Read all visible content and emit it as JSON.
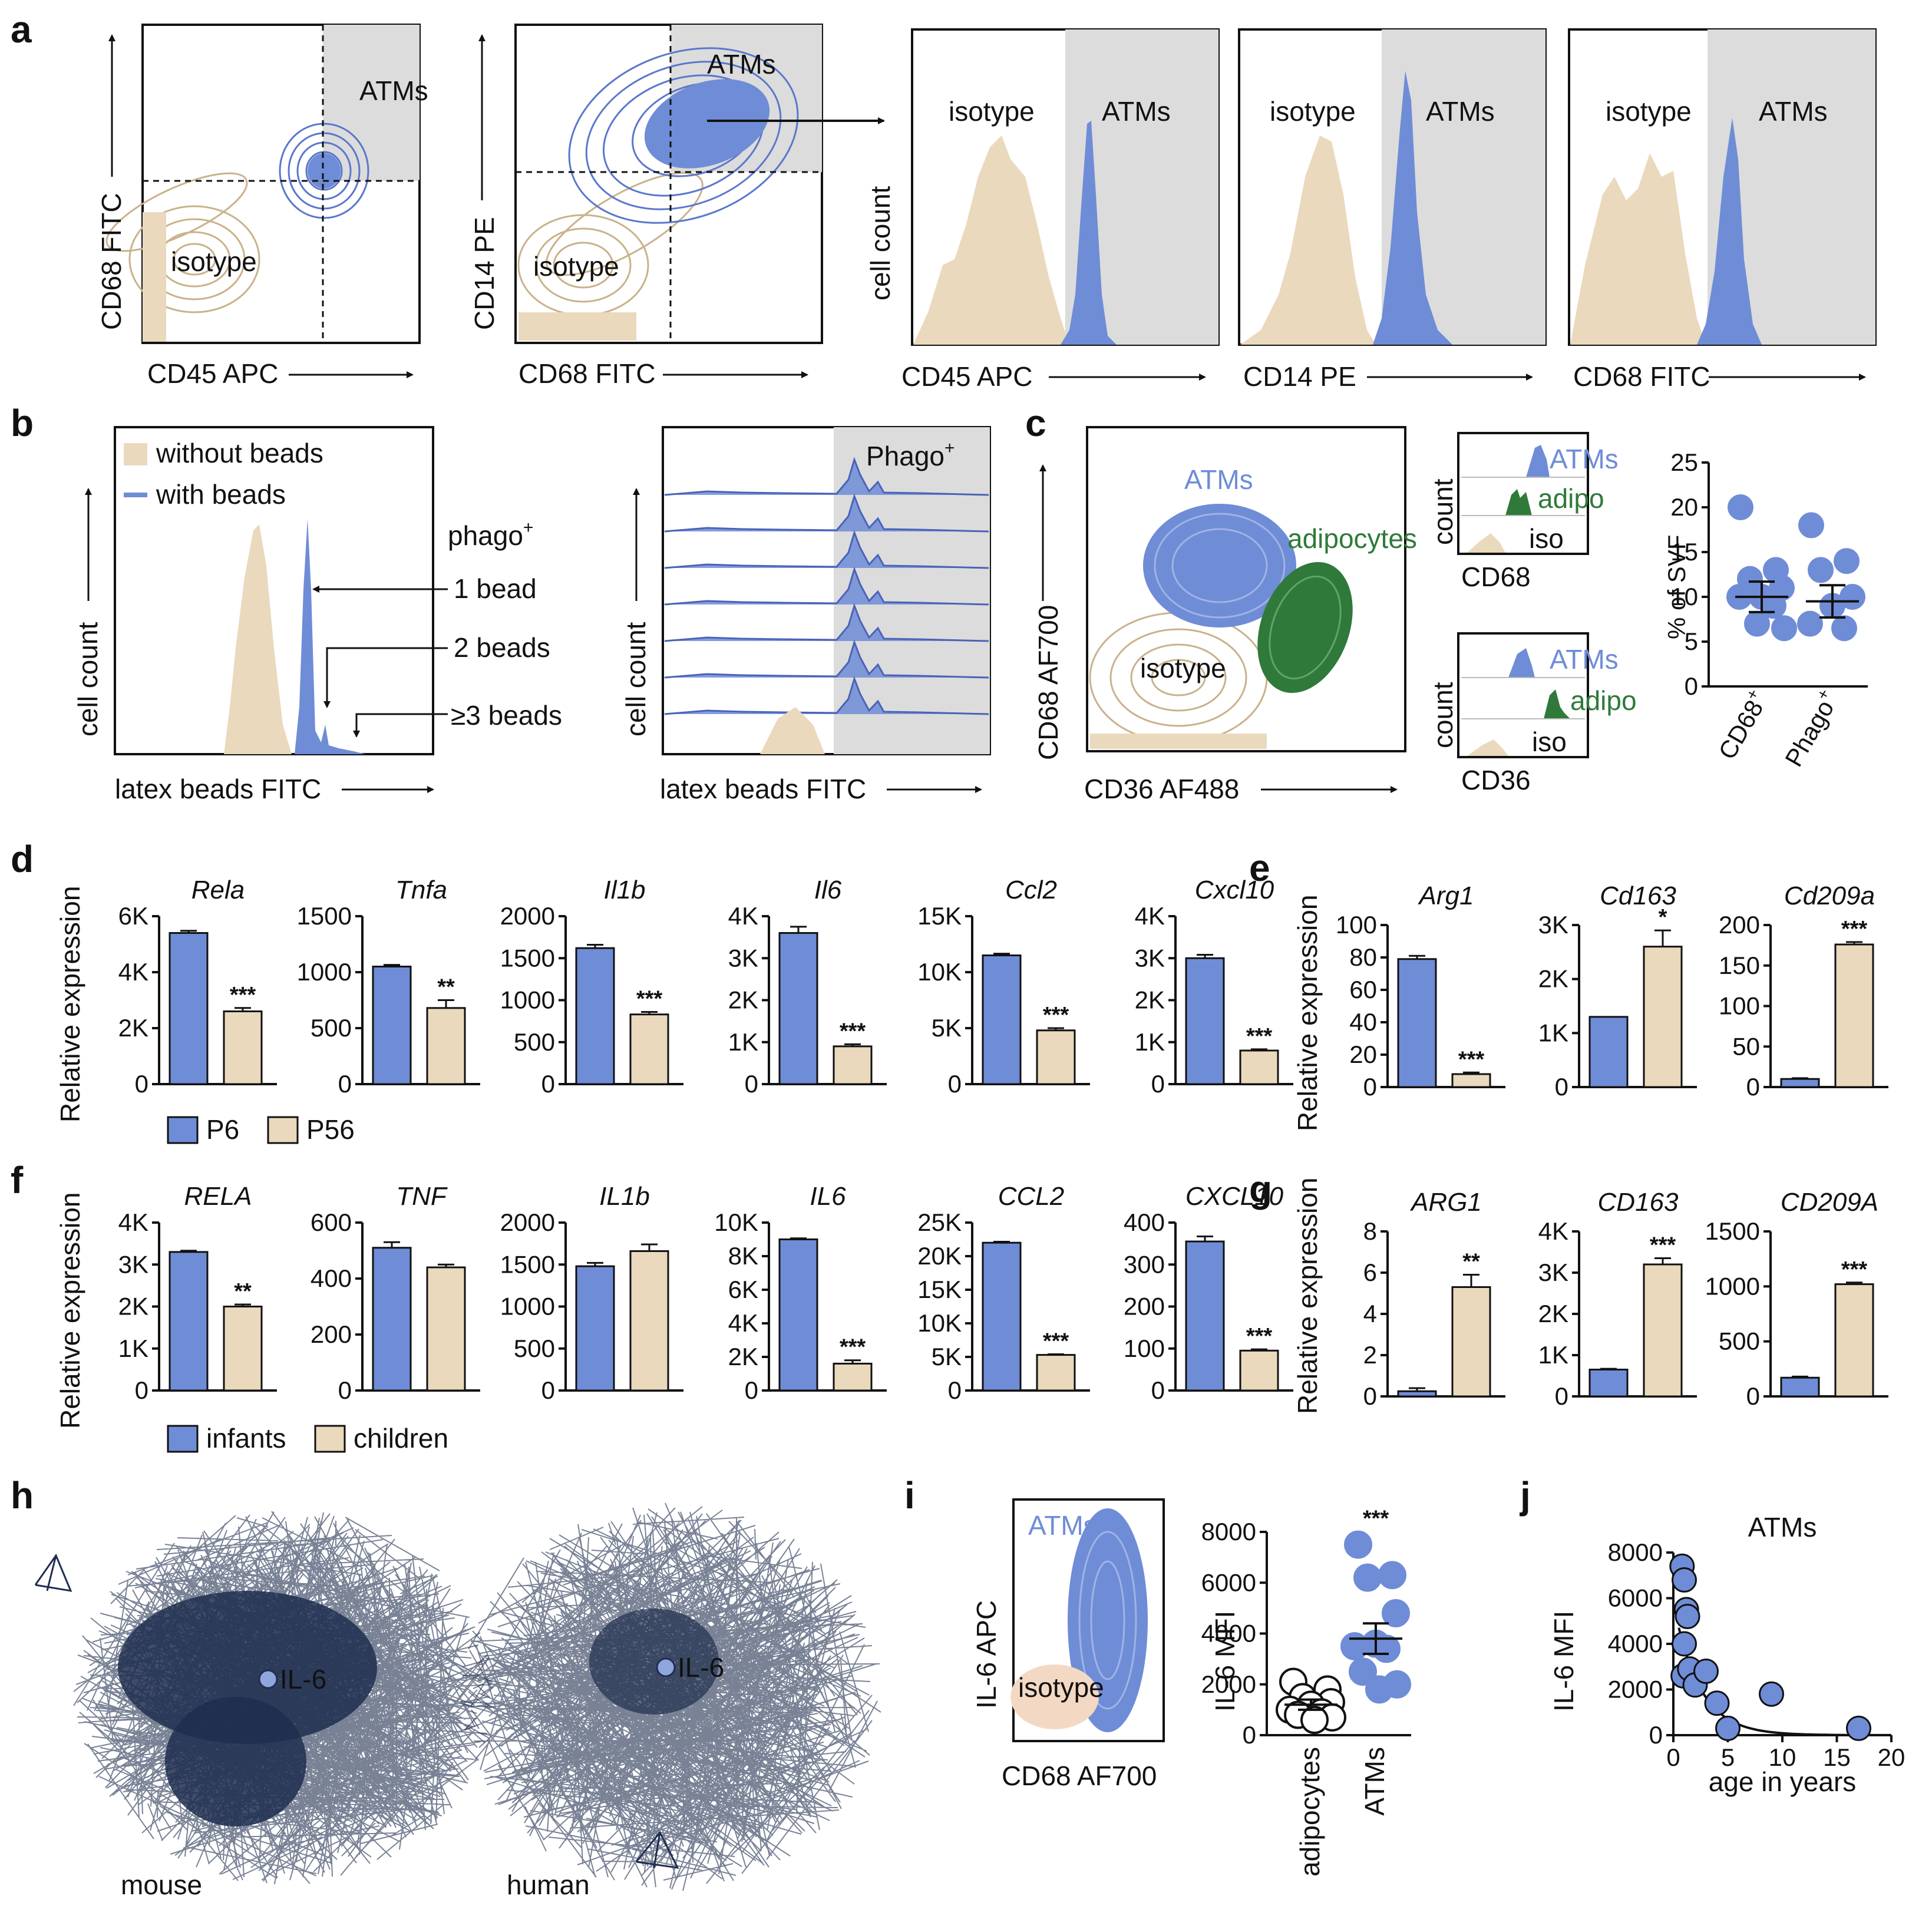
{
  "colors": {
    "blue": "#6f8cd6",
    "blue_dark": "#4a63b8",
    "tan": "#ead9bd",
    "tan_dark": "#c9b28a",
    "green": "#2f7a3a",
    "gray_gate": "#dcdcdc",
    "network": "#1f2e4f"
  },
  "panel_letters": [
    "a",
    "b",
    "c",
    "d",
    "e",
    "f",
    "g",
    "h",
    "i",
    "j"
  ],
  "panel_a": {
    "contours": [
      {
        "x_label": "CD45 APC",
        "y_label": "CD68 FITC",
        "gate": "ATMs",
        "isotype": "isotype"
      },
      {
        "x_label": "CD68 FITC",
        "y_label": "CD14 PE",
        "gate": "ATMs",
        "isotype": "isotype"
      }
    ],
    "histograms": [
      {
        "x_label": "CD45 APC",
        "y_label": "cell count",
        "left": "isotype",
        "right": "ATMs"
      },
      {
        "x_label": "CD14 PE",
        "left": "isotype",
        "right": "ATMs"
      },
      {
        "x_label": "CD68 FITC",
        "left": "isotype",
        "right": "ATMs"
      }
    ]
  },
  "panel_b": {
    "legend": [
      "without beads",
      "with beads"
    ],
    "phago_label": "phago",
    "phago_sup": "+",
    "bead_labels": [
      "1 bead",
      "2 beads",
      "≥3 beads"
    ],
    "x_label": "latex beads FITC",
    "y_label": "cell count",
    "gate_label": "Phago",
    "gate_sup": "+"
  },
  "panel_c": {
    "x_label": "CD36 AF488",
    "y_label": "CD68 AF700",
    "populations": [
      "ATMs",
      "adipocytes",
      "isotype"
    ],
    "mini_hist": [
      {
        "x_label": "CD68",
        "y_label": "count",
        "labels": [
          "ATMs",
          "adipo",
          "iso"
        ]
      },
      {
        "x_label": "CD36",
        "y_label": "count",
        "labels": [
          "ATMs",
          "adipo",
          "iso"
        ]
      }
    ]
  },
  "legends": {
    "mouse": [
      "P6",
      "P56"
    ],
    "human": [
      "infants",
      "children"
    ]
  },
  "ylabel_relative": "Relative expression",
  "i_labels": {
    "x": "CD68 AF700",
    "y": "IL-6 APC",
    "atms": "ATMs",
    "isotype": "isotype"
  },
  "h_labels": {
    "node": "IL-6",
    "mouse": "mouse",
    "human": "human"
  },
  "chart_data": [
    {
      "panel": "c",
      "type": "scatter",
      "ylabel": "% of SVF",
      "ylim": [
        0,
        25
      ],
      "yticks": [
        0,
        5,
        10,
        15,
        20,
        25
      ],
      "categories": [
        "CD68",
        "Phago"
      ],
      "category_sup": "+",
      "series": [
        {
          "values": [
            20,
            13,
            12,
            11,
            10,
            10,
            9,
            7,
            6.5
          ]
        },
        {
          "values": [
            18,
            14,
            13,
            10,
            9,
            7,
            6.5
          ]
        }
      ],
      "means": [
        10,
        9.5
      ],
      "sem": [
        1.7,
        1.8
      ]
    },
    {
      "panel": "d",
      "type": "bar",
      "group": "mouse",
      "genes": [
        {
          "gene": "Rela",
          "values": [
            5400,
            2600
          ],
          "errors": [
            80,
            120
          ],
          "sig": "***",
          "ylim": [
            0,
            6000
          ],
          "ticks": [
            0,
            2000,
            4000,
            6000
          ],
          "tick_labels": [
            "0",
            "2K",
            "4K",
            "6K"
          ]
        },
        {
          "gene": "Tnfa",
          "values": [
            1050,
            680
          ],
          "errors": [
            15,
            70
          ],
          "sig": "**",
          "ylim": [
            0,
            1500
          ],
          "ticks": [
            0,
            500,
            1000,
            1500
          ],
          "tick_labels": [
            "0",
            "500",
            "1000",
            "1500"
          ]
        },
        {
          "gene": "Il1b",
          "values": [
            1620,
            830
          ],
          "errors": [
            40,
            30
          ],
          "sig": "***",
          "ylim": [
            0,
            2000
          ],
          "ticks": [
            0,
            500,
            1000,
            1500,
            2000
          ],
          "tick_labels": [
            "0",
            "500",
            "1000",
            "1500",
            "2000"
          ]
        },
        {
          "gene": "Il6",
          "values": [
            3600,
            900
          ],
          "errors": [
            150,
            50
          ],
          "sig": "***",
          "ylim": [
            0,
            4000
          ],
          "ticks": [
            0,
            1000,
            2000,
            3000,
            4000
          ],
          "tick_labels": [
            "0",
            "1K",
            "2K",
            "3K",
            "4K"
          ]
        },
        {
          "gene": "Ccl2",
          "values": [
            11500,
            4800
          ],
          "errors": [
            150,
            200
          ],
          "sig": "***",
          "ylim": [
            0,
            15000
          ],
          "ticks": [
            0,
            5000,
            10000,
            15000
          ],
          "tick_labels": [
            "0",
            "5K",
            "10K",
            "15K"
          ]
        },
        {
          "gene": "Cxcl10",
          "values": [
            3000,
            800
          ],
          "errors": [
            80,
            30
          ],
          "sig": "***",
          "ylim": [
            0,
            4000
          ],
          "ticks": [
            0,
            1000,
            2000,
            3000,
            4000
          ],
          "tick_labels": [
            "0",
            "1K",
            "2K",
            "3K",
            "4K"
          ]
        }
      ]
    },
    {
      "panel": "e",
      "type": "bar",
      "group": "mouse",
      "genes": [
        {
          "gene": "Arg1",
          "values": [
            79,
            8
          ],
          "errors": [
            2,
            1
          ],
          "sig": "***",
          "ylim": [
            0,
            100
          ],
          "ticks": [
            0,
            20,
            40,
            60,
            80,
            100
          ],
          "tick_labels": [
            "0",
            "20",
            "40",
            "60",
            "80",
            "100"
          ]
        },
        {
          "gene": "Cd163",
          "values": [
            1300,
            2600
          ],
          "errors": [
            0,
            300
          ],
          "sig": "*",
          "ylim": [
            0,
            3000
          ],
          "ticks": [
            0,
            1000,
            2000,
            3000
          ],
          "tick_labels": [
            "0",
            "1K",
            "2K",
            "3K"
          ]
        },
        {
          "gene": "Cd209a",
          "values": [
            10,
            176
          ],
          "errors": [
            1,
            3
          ],
          "sig": "***",
          "ylim": [
            0,
            200
          ],
          "ticks": [
            0,
            50,
            100,
            150,
            200
          ],
          "tick_labels": [
            "0",
            "50",
            "100",
            "150",
            "200"
          ]
        }
      ]
    },
    {
      "panel": "f",
      "type": "bar",
      "group": "human",
      "genes": [
        {
          "gene": "RELA",
          "values": [
            3300,
            2000
          ],
          "errors": [
            30,
            50
          ],
          "sig": "**",
          "ylim": [
            0,
            4000
          ],
          "ticks": [
            0,
            1000,
            2000,
            3000,
            4000
          ],
          "tick_labels": [
            "0",
            "1K",
            "2K",
            "3K",
            "4K"
          ]
        },
        {
          "gene": "TNF",
          "values": [
            510,
            440
          ],
          "errors": [
            20,
            10
          ],
          "sig": "",
          "ylim": [
            0,
            600
          ],
          "ticks": [
            0,
            200,
            400,
            600
          ],
          "tick_labels": [
            "0",
            "200",
            "400",
            "600"
          ]
        },
        {
          "gene": "IL1b",
          "values": [
            1480,
            1660
          ],
          "errors": [
            40,
            80
          ],
          "sig": "",
          "ylim": [
            0,
            2000
          ],
          "ticks": [
            0,
            500,
            1000,
            1500,
            2000
          ],
          "tick_labels": [
            "0",
            "500",
            "1000",
            "1500",
            "2000"
          ]
        },
        {
          "gene": "IL6",
          "values": [
            9000,
            1600
          ],
          "errors": [
            60,
            200
          ],
          "sig": "***",
          "ylim": [
            0,
            10000
          ],
          "ticks": [
            0,
            2000,
            4000,
            6000,
            8000,
            10000
          ],
          "tick_labels": [
            "0",
            "2K",
            "4K",
            "6K",
            "8K",
            "10K"
          ]
        },
        {
          "gene": "CCL2",
          "values": [
            22000,
            5300
          ],
          "errors": [
            150,
            100
          ],
          "sig": "***",
          "ylim": [
            0,
            25000
          ],
          "ticks": [
            0,
            5000,
            10000,
            15000,
            20000,
            25000
          ],
          "tick_labels": [
            "0",
            "5K",
            "10K",
            "15K",
            "20K",
            "25K"
          ]
        },
        {
          "gene": "CXCL10",
          "values": [
            355,
            95
          ],
          "errors": [
            12,
            3
          ],
          "sig": "***",
          "ylim": [
            0,
            400
          ],
          "ticks": [
            0,
            100,
            200,
            300,
            400
          ],
          "tick_labels": [
            "0",
            "100",
            "200",
            "300",
            "400"
          ]
        }
      ]
    },
    {
      "panel": "g",
      "type": "bar",
      "group": "human",
      "genes": [
        {
          "gene": "ARG1",
          "values": [
            0.25,
            5.3
          ],
          "errors": [
            0.15,
            0.6
          ],
          "sig": "**",
          "ylim": [
            0,
            8
          ],
          "ticks": [
            0,
            2,
            4,
            6,
            8
          ],
          "tick_labels": [
            "0",
            "2",
            "4",
            "6",
            "8"
          ]
        },
        {
          "gene": "CD163",
          "values": [
            650,
            3200
          ],
          "errors": [
            20,
            150
          ],
          "sig": "***",
          "ylim": [
            0,
            4000
          ],
          "ticks": [
            0,
            1000,
            2000,
            3000,
            4000
          ],
          "tick_labels": [
            "0",
            "1K",
            "2K",
            "3K",
            "4K"
          ]
        },
        {
          "gene": "CD209A",
          "values": [
            170,
            1020
          ],
          "errors": [
            10,
            15
          ],
          "sig": "***",
          "ylim": [
            0,
            1500
          ],
          "ticks": [
            0,
            500,
            1000,
            1500
          ],
          "tick_labels": [
            "0",
            "500",
            "1000",
            "1500"
          ]
        }
      ]
    },
    {
      "panel": "i",
      "type": "scatter",
      "ylabel": "IL-6 MFI",
      "ylim": [
        0,
        8000
      ],
      "yticks": [
        0,
        2000,
        4000,
        6000,
        8000
      ],
      "categories": [
        "adipocytes",
        "ATMs"
      ],
      "sig": "***",
      "series": [
        {
          "values": [
            2100,
            1800,
            1500,
            1300,
            1200,
            1000,
            900,
            800,
            700,
            600
          ]
        },
        {
          "values": [
            7500,
            6300,
            6200,
            4800,
            3600,
            3500,
            3400,
            2500,
            2000,
            1800
          ]
        }
      ],
      "means": [
        1200,
        3800
      ],
      "sem": [
        200,
        600
      ]
    },
    {
      "panel": "j",
      "type": "scatter",
      "title": "ATMs",
      "xlabel": "age in years",
      "ylabel": "IL-6 MFI",
      "xlim": [
        0,
        20
      ],
      "ylim": [
        0,
        8000
      ],
      "xticks": [
        0,
        5,
        10,
        15,
        20
      ],
      "yticks": [
        0,
        2000,
        4000,
        6000,
        8000
      ],
      "x": [
        0.8,
        1.0,
        1.2,
        1.3,
        1.0,
        0.9,
        1.5,
        2.0,
        3.0,
        4.0,
        5.0,
        9.0,
        17.0
      ],
      "y": [
        7400,
        6800,
        5500,
        5200,
        4000,
        2600,
        2900,
        2200,
        2800,
        1400,
        300,
        1800,
        300
      ],
      "fit": {
        "model": "exponential decay",
        "a": 5800,
        "k": 0.42
      }
    }
  ]
}
